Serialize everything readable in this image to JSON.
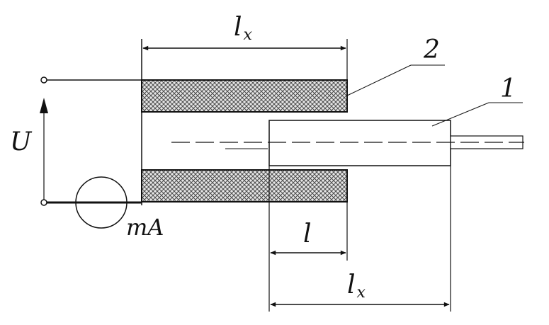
{
  "labels": {
    "lx_top": "l",
    "lx_top_sub": "x",
    "lx_bottom": "l",
    "lx_bottom_sub": "x",
    "l": "l",
    "num_2": "2",
    "num_1": "1",
    "u": "U",
    "ma": "mA"
  },
  "colors": {
    "ink": "#111111",
    "hatch": "#555555",
    "background": "#ffffff"
  }
}
